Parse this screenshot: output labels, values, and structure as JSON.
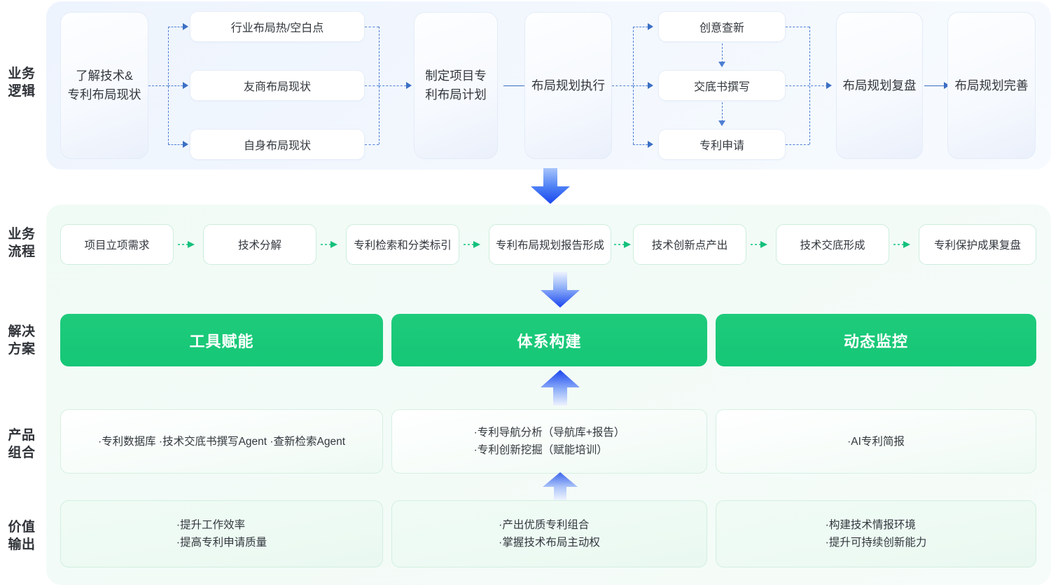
{
  "colors": {
    "blue_accent": "#3a6fc4",
    "blue_dash": "#4e7fd4",
    "green_solid": "#17c978",
    "green_dash": "#2ecc8f",
    "logic_bg": "#eef4fd",
    "green_bg": "#f2fbf7",
    "text": "#32373d"
  },
  "row_labels": [
    {
      "name": "business-logic",
      "text": "业务\n逻辑"
    },
    {
      "name": "business-process",
      "text": "业务\n流程"
    },
    {
      "name": "solution",
      "text": "解决\n方案"
    },
    {
      "name": "product-mix",
      "text": "产品\n组合"
    },
    {
      "name": "value-output",
      "text": "价值\n输出"
    }
  ],
  "business_logic": {
    "start": "了解技术&\n专利布局现状",
    "analysis_branch": [
      "行业布局热/空白点",
      "友商布局现状",
      "自身布局现状"
    ],
    "plan": "制定项目专\n利布局计划",
    "execute": "布局规划执行",
    "execution_branch": [
      "创意查新",
      "交底书撰写",
      "专利申请"
    ],
    "review": "布局规划复盘",
    "improve": "布局规划完善"
  },
  "business_process": {
    "steps": [
      "项目立项需求",
      "技术分解",
      "专利检索和分类标引",
      "专利布局规划报告形成",
      "技术创新点产出",
      "技术交底形成",
      "专利保护成果复盘"
    ]
  },
  "solutions": [
    {
      "title": "工具赋能"
    },
    {
      "title": "体系构建"
    },
    {
      "title": "动态监控"
    }
  ],
  "products": [
    {
      "text": "·专利数据库 ·技术交底书撰写Agent  ·查新检索Agent"
    },
    {
      "text": "·专利导航分析（导航库+报告）\n·专利创新挖掘（赋能培训）"
    },
    {
      "text": "·AI专利简报"
    }
  ],
  "values": [
    {
      "text": "·提升工作效率\n·提高专利申请质量"
    },
    {
      "text": "·产出优质专利组合\n·掌握技术布局主动权"
    },
    {
      "text": "·构建技术情报环境\n·提升可持续创新能力"
    }
  ]
}
